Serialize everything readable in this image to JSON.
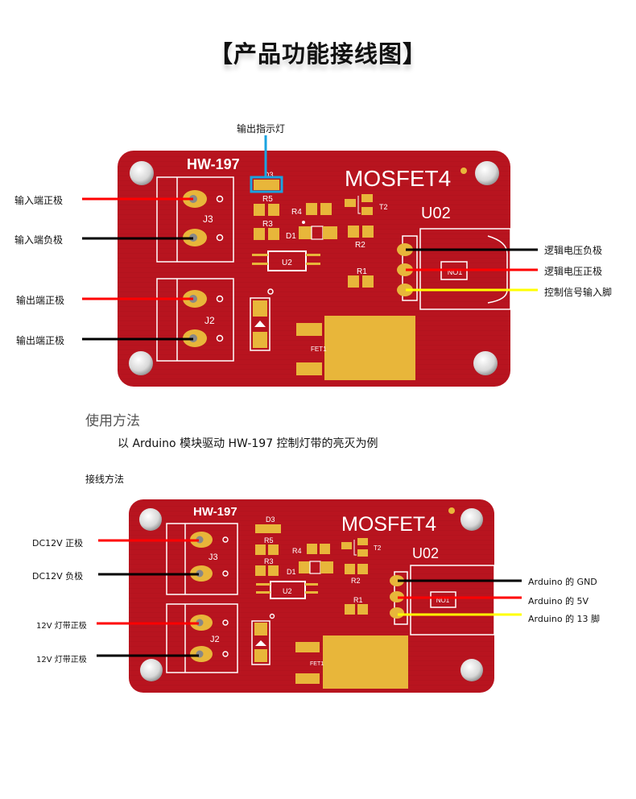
{
  "title": "【产品功能接线图】",
  "colors": {
    "pcb_red": "#b8141f",
    "pad_gold": "#e8b63a",
    "silk_white": "#ffffff",
    "wire_red": "#ff0000",
    "wire_black": "#000000",
    "wire_yellow": "#ffff00",
    "highlight_blue": "#1aa3e0"
  },
  "board1": {
    "model": "HW-197",
    "brand": "MOSFET4",
    "module_id": "U02",
    "chip_label": "NO1",
    "fet_label": "FET1",
    "terminal_top": "J3",
    "terminal_bottom": "J2",
    "components": [
      "D3",
      "R5",
      "R4",
      "R3",
      "D1",
      "U2",
      "T2",
      "R2",
      "R1"
    ],
    "callout_top": "输出指示灯",
    "left_labels": [
      "输入端正极",
      "输入端负极",
      "输出端正极",
      "输出端正极"
    ],
    "right_labels": [
      "逻辑电压负极",
      "逻辑电压正极",
      "控制信号输入脚"
    ]
  },
  "usage": {
    "heading": "使用方法",
    "description": "以 Arduino 模块驱动 HW-197 控制灯带的亮灭为例",
    "wiring_heading": "接线方法"
  },
  "board2": {
    "model": "HW-197",
    "brand": "MOSFET4",
    "module_id": "U02",
    "chip_label": "NO1",
    "fet_label": "FET1",
    "terminal_top": "J3",
    "terminal_bottom": "J2",
    "components": [
      "D3",
      "R5",
      "R4",
      "R3",
      "D1",
      "U2",
      "T2",
      "R2",
      "R1"
    ],
    "left_labels": [
      "DC12V 正极",
      "DC12V 负极",
      "12V 灯带正极",
      "12V 灯带正极"
    ],
    "right_labels": [
      "Arduino 的 GND",
      "Arduino 的 5V",
      "Arduino 的 13 脚"
    ]
  }
}
